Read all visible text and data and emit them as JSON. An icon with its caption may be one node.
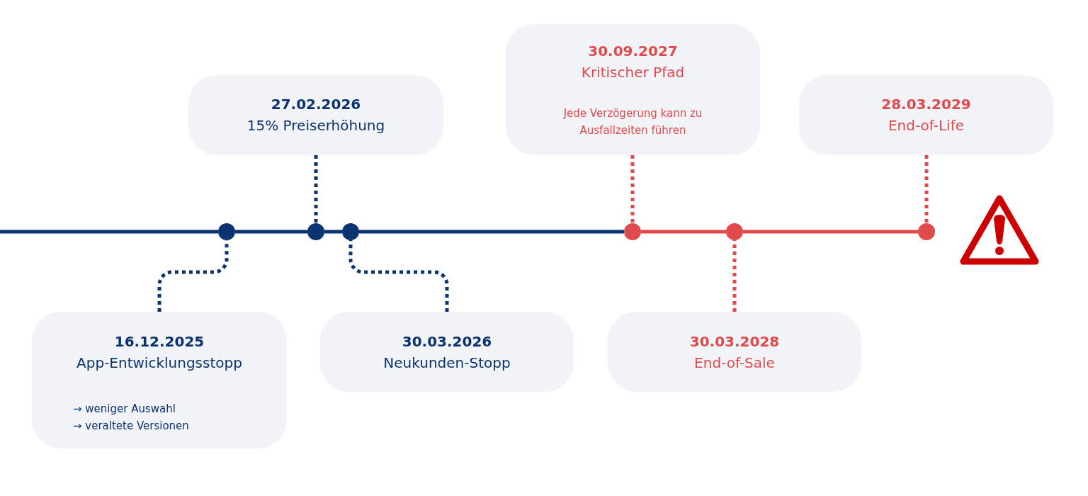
{
  "diagram": {
    "nodes": [
      {
        "text": [
          "16.12.2025",
          "App-Entwicklungsstopp",
          "→ weniger Auswahl",
          "→ veraltete Versionen"
        ]
      },
      {
        "text": [
          "27.02.2026",
          "15% Preiserhöhung"
        ]
      },
      {
        "text": [
          "30.03.2026",
          "Neukunden-Stopp"
        ]
      },
      {
        "text": [
          "30.09.2027",
          "Kritischer Pfad",
          "Jede Verzögerung kann zu Ausfallzeiten führen"
        ]
      },
      {
        "text": [
          "30.03.2028",
          "End-of-Sale"
        ]
      },
      {
        "text": [
          "28.03.2029",
          "End-of-Life"
        ]
      },
      {
        "text": [],
        "shape": "circle"
      },
      {
        "text": [],
        "shape": "circle"
      },
      {
        "text": [],
        "shape": "circle"
      },
      {
        "text": [],
        "shape": "circle"
      },
      {
        "text": [],
        "shape": "circle"
      },
      {
        "text": [],
        "shape": "circle"
      }
    ],
    "edges": [
      {
        "from": 0,
        "to": 6,
        "arrow": "none",
        "style": "dashed"
      },
      {
        "from": 1,
        "to": 7,
        "arrow": "none",
        "style": "dashed"
      },
      {
        "from": 2,
        "to": 8,
        "arrow": "none",
        "style": "dashed"
      },
      {
        "from": 3,
        "to": 9,
        "arrow": "none",
        "style": "dashed",
        "color": "#e14a4d"
      },
      {
        "from": 4,
        "to": 10,
        "arrow": "none",
        "style": "dashed",
        "color": "#e14a4d"
      },
      {
        "from": 5,
        "to": 11,
        "arrow": "none",
        "style": "dashed",
        "color": "#e14a4d"
      },
      {
        "from": null,
        "to": 6,
        "arrow": "none"
      },
      {
        "from": 6,
        "to": 7,
        "arrow": "none"
      },
      {
        "from": 7,
        "to": 8,
        "arrow": "none"
      },
      {
        "from": 8,
        "to": 9,
        "arrow": "none"
      },
      {
        "from": 9,
        "to": 10,
        "arrow": "none",
        "color": "#e14a4d"
      },
      {
        "from": 10,
        "to": 11,
        "arrow": "none",
        "color": "#e14a4d"
      }
    ]
  }
}
